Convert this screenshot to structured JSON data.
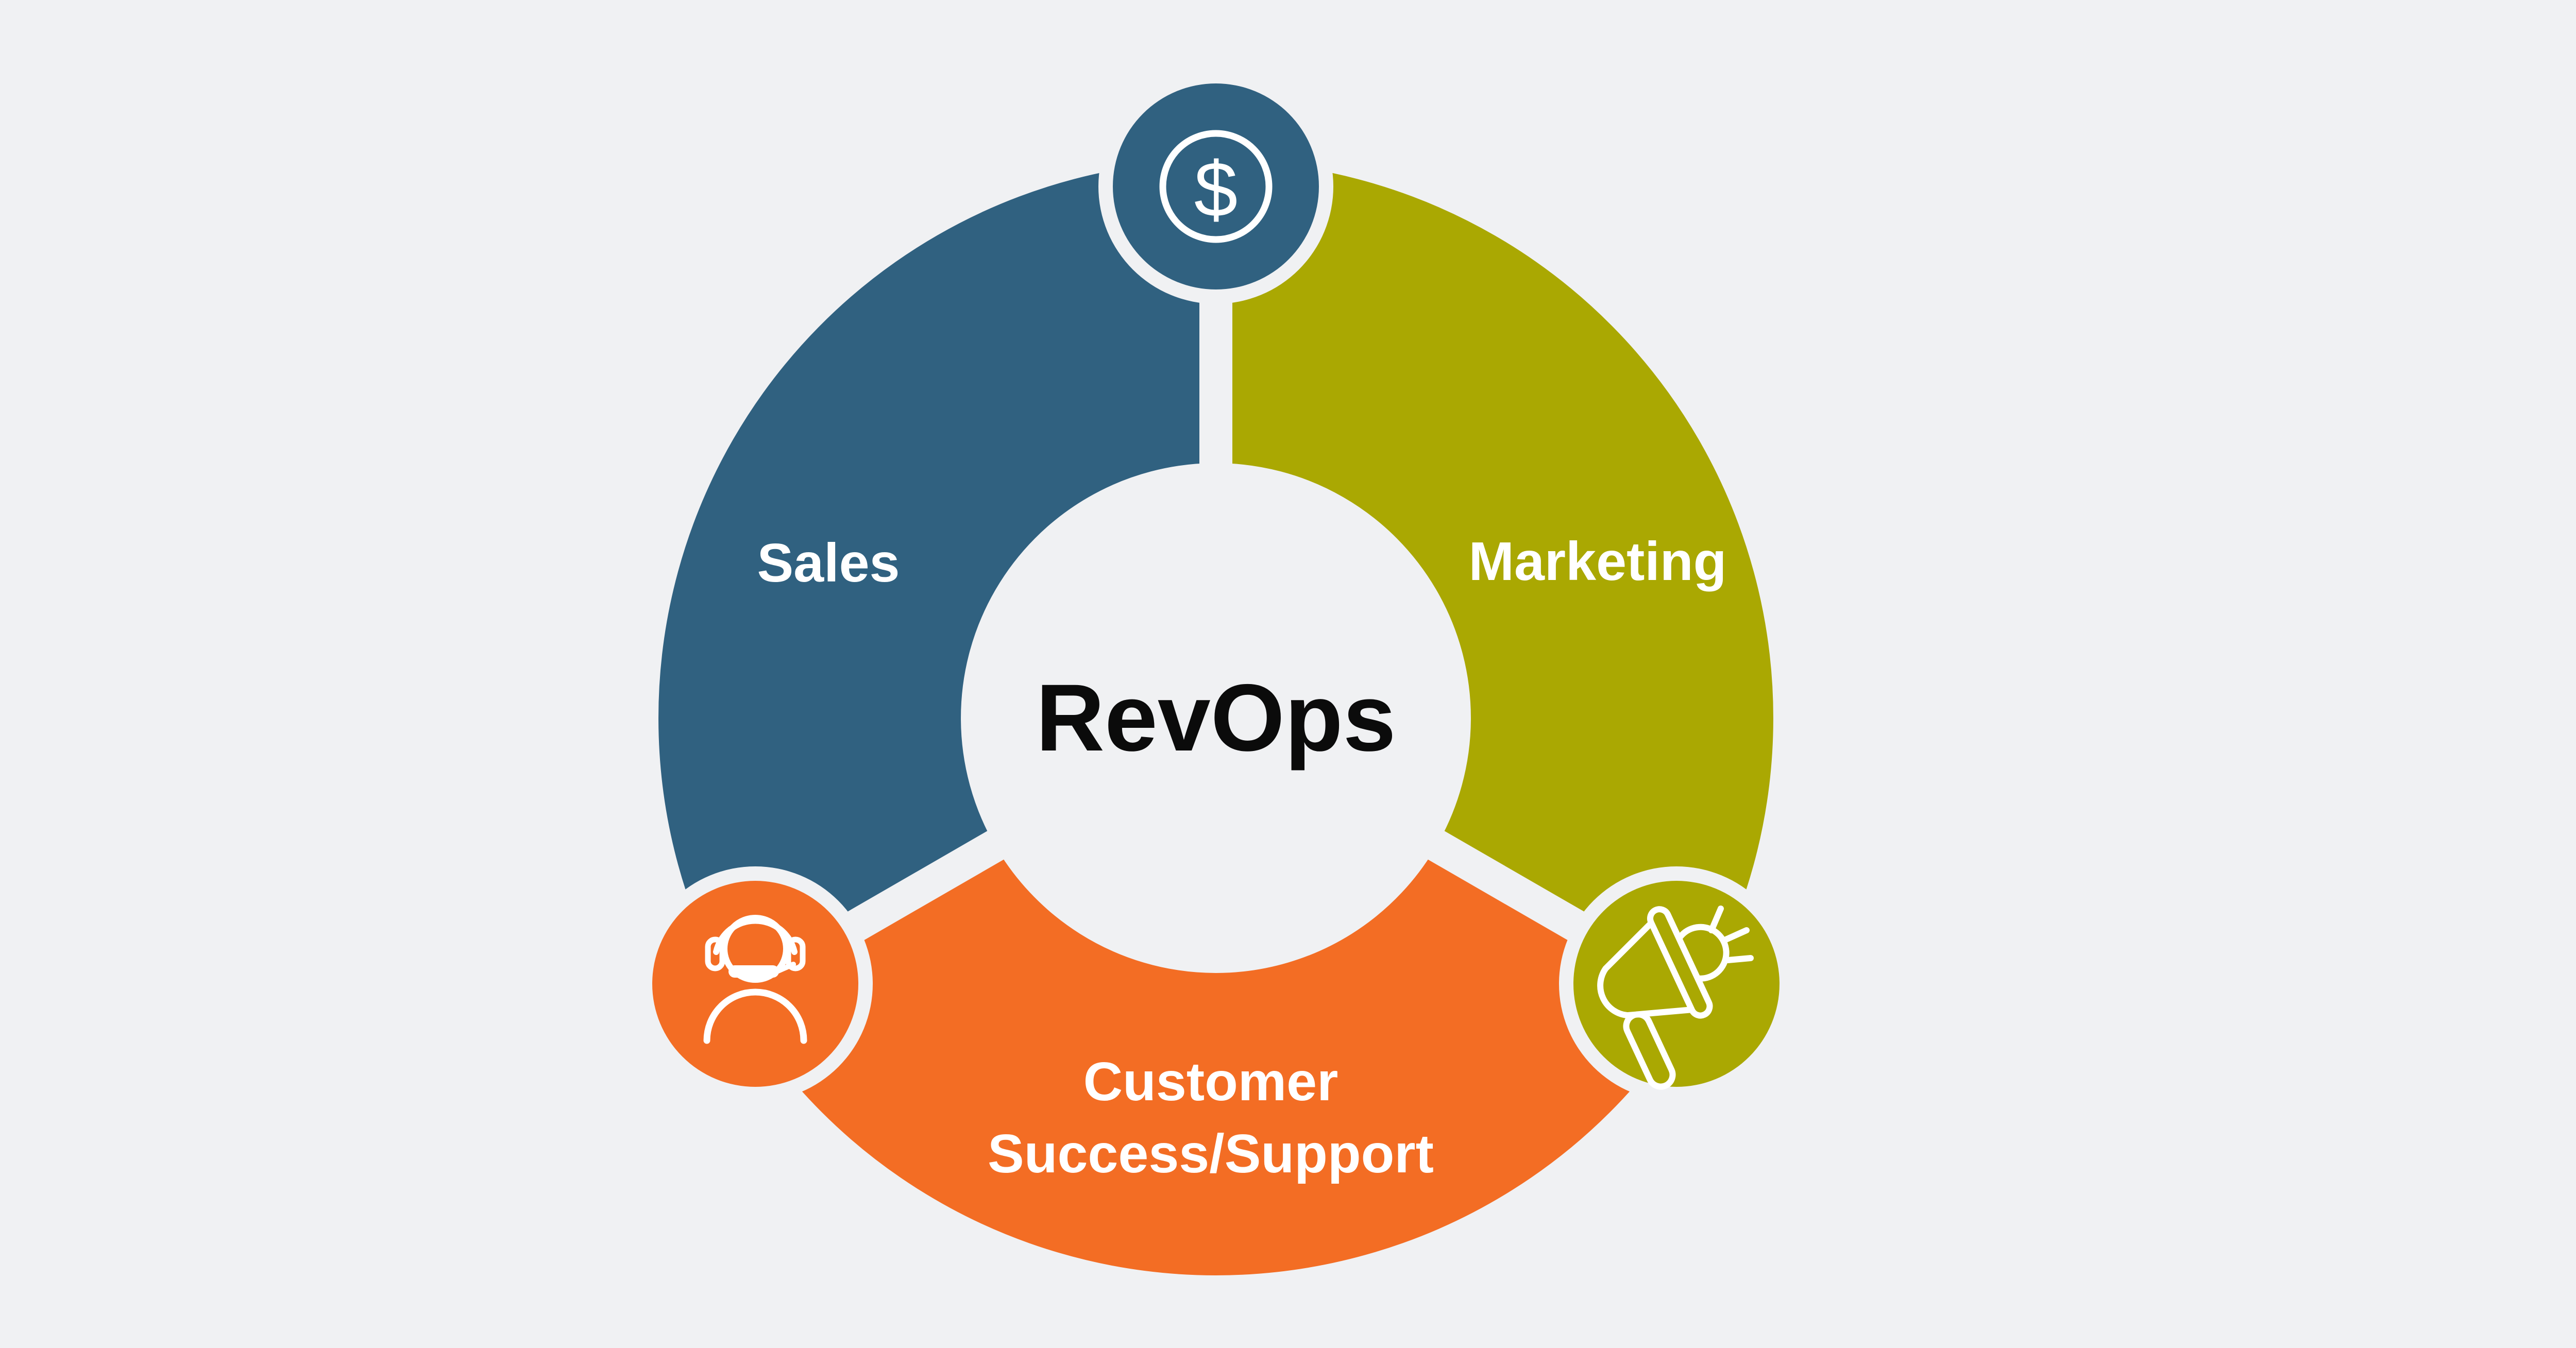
{
  "diagram": {
    "title": "RevOps",
    "center_label": "RevOps",
    "segments": [
      {
        "label": "Sales",
        "color": "#306180"
      },
      {
        "label": "Marketing",
        "color": "#AAA802"
      },
      {
        "label": "Customer Success/Support",
        "label_lines": [
          "Customer",
          "Success/Support"
        ],
        "color": "#F36D24"
      }
    ],
    "badges": [
      {
        "icon": "dollar-icon",
        "glyph": "$",
        "color": "#306180"
      },
      {
        "icon": "headset-icon",
        "color": "#F36D24"
      },
      {
        "icon": "megaphone-icon",
        "color": "#AAA802"
      }
    ],
    "colors": {
      "background": "#F0F1F3",
      "divider": "#F0F1F3",
      "label_text": "#FFFFFF",
      "center_text": "#0B0B0B",
      "icon_stroke": "#FFFFFF"
    }
  }
}
